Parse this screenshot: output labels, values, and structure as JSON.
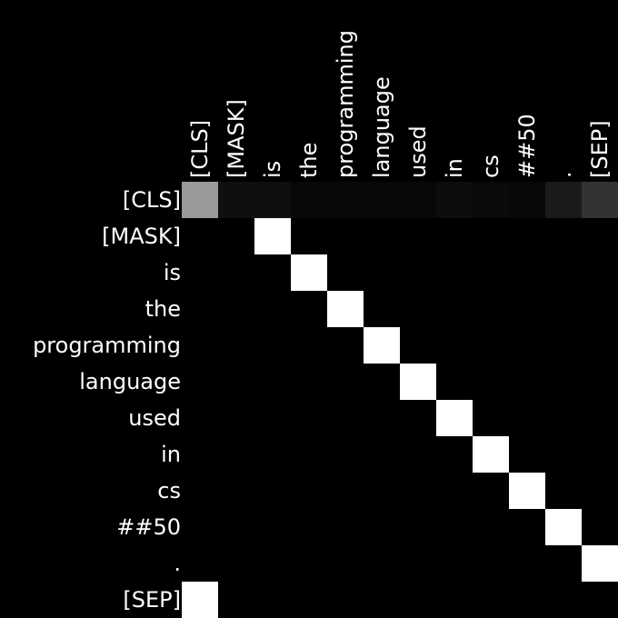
{
  "chart_data": {
    "type": "heatmap",
    "title": "",
    "xlabel": "",
    "ylabel": "",
    "x_labels": [
      "[CLS]",
      "[MASK]",
      "is",
      "the",
      "programming",
      "language",
      "used",
      "in",
      "cs",
      "##50",
      ".",
      "[SEP]"
    ],
    "y_labels": [
      "[CLS]",
      "[MASK]",
      "is",
      "the",
      "programming",
      "language",
      "used",
      "in",
      "cs",
      "##50",
      ".",
      "[SEP]"
    ],
    "value_range": [
      0,
      1
    ],
    "colormap": "grayscale (black = 0, white = 1)",
    "values": [
      [
        0.6,
        0.06,
        0.06,
        0.03,
        0.03,
        0.03,
        0.03,
        0.05,
        0.04,
        0.03,
        0.1,
        0.2
      ],
      [
        0,
        0,
        1,
        0,
        0,
        0,
        0,
        0,
        0,
        0,
        0,
        0
      ],
      [
        0,
        0,
        0,
        1,
        0,
        0,
        0,
        0,
        0,
        0,
        0,
        0
      ],
      [
        0,
        0,
        0,
        0,
        1,
        0,
        0,
        0,
        0,
        0,
        0,
        0
      ],
      [
        0,
        0,
        0,
        0,
        0,
        1,
        0,
        0,
        0,
        0,
        0,
        0
      ],
      [
        0,
        0,
        0,
        0,
        0,
        0,
        1,
        0,
        0,
        0,
        0,
        0
      ],
      [
        0,
        0,
        0,
        0,
        0,
        0,
        0,
        1,
        0,
        0,
        0,
        0
      ],
      [
        0,
        0,
        0,
        0,
        0,
        0,
        0,
        0,
        1,
        0,
        0,
        0
      ],
      [
        0,
        0,
        0,
        0,
        0,
        0,
        0,
        0,
        0,
        1,
        0,
        0
      ],
      [
        0,
        0,
        0,
        0,
        0,
        0,
        0,
        0,
        0,
        0,
        1,
        0
      ],
      [
        0,
        0,
        0,
        0,
        0,
        0,
        0,
        0,
        0,
        0,
        0,
        1
      ],
      [
        1,
        0,
        0,
        0,
        0,
        0,
        0,
        0,
        0,
        0,
        0,
        0
      ]
    ]
  }
}
